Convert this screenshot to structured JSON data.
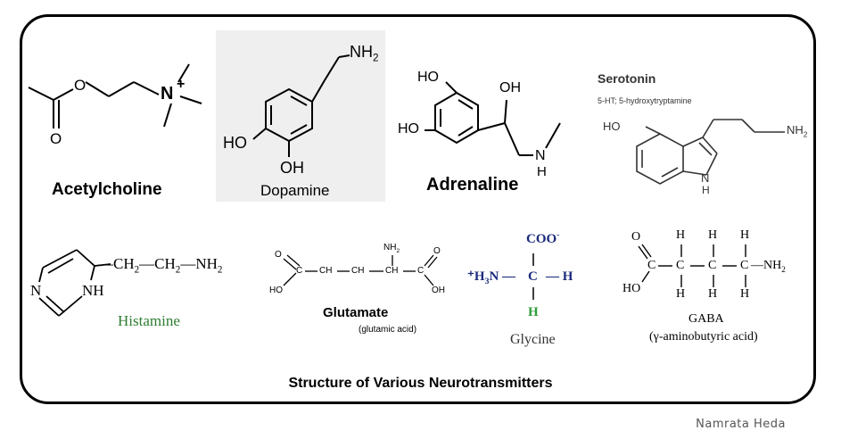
{
  "caption": "Structure of Various Neurotransmitters",
  "credit": "Namrata Heda",
  "molecules": {
    "acetylcholine": {
      "name": "Acetylcholine",
      "atoms": {
        "o1": "O",
        "o2": "O",
        "n": "N",
        "charge": "+"
      }
    },
    "dopamine": {
      "name": "Dopamine",
      "atoms": {
        "nh2": "NH",
        "nh2_sub": "2",
        "ho": "HO",
        "oh": "OH"
      }
    },
    "adrenaline": {
      "name": "Adrenaline",
      "atoms": {
        "ho1": "HO",
        "ho2": "HO",
        "oh": "OH",
        "n": "N",
        "h": "H"
      }
    },
    "serotonin": {
      "name": "Serotonin",
      "subtitle": "5-HT; 5-hydroxytryptamine",
      "atoms": {
        "ho": "HO",
        "nh2": "NH",
        "nh2_sub": "2",
        "n": "N",
        "h": "H"
      }
    },
    "histamine": {
      "name": "Histamine",
      "atoms": {
        "n": "N",
        "nh": "NH",
        "chain": "—CH",
        "chain_sub": "2",
        "chain2": "—CH",
        "chain2_sub": "2",
        "chain3": "—NH",
        "chain3_sub": "2"
      }
    },
    "glutamate": {
      "name": "Glutamate",
      "subtitle": "(glutamic acid)",
      "atoms": {
        "nh2": "NH",
        "nh2_sub": "2",
        "o1": "O",
        "o2": "O",
        "c1": "C",
        "ch2a": "CH",
        "ch2b": "CH",
        "ch": "CH",
        "c2": "C",
        "ho": "HO",
        "oh": "OH"
      }
    },
    "glycine": {
      "name": "Glycine",
      "atoms": {
        "coo": "COO",
        "coo_sup": "-",
        "h3n": "⁺H",
        "h3n_sub": "3",
        "n": "N —",
        "c": "C",
        "h_right": "— H",
        "h_bottom": "H"
      }
    },
    "gaba": {
      "name": "GABA",
      "subtitle": "(γ-aminobutyric acid)",
      "atoms": {
        "o": "O",
        "c": "C",
        "ho": "HO",
        "h": "H",
        "nh2": "—NH",
        "nh2_sub": "2"
      }
    }
  },
  "colors": {
    "histamine_label": "#2e7d32",
    "glycine_h": "#2e9b3a",
    "glycine_label": "#333333"
  }
}
